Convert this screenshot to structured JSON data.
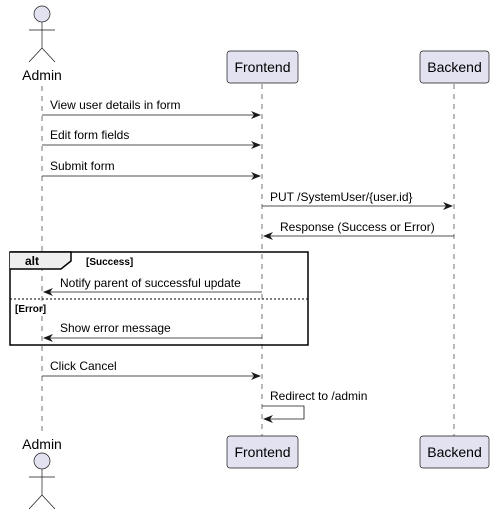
{
  "participants": {
    "admin": "Admin",
    "frontend": "Frontend",
    "backend": "Backend"
  },
  "messages": {
    "m1": "View user details in form",
    "m2": "Edit form fields",
    "m3": "Submit form",
    "m4": "PUT /SystemUser/{user.id}",
    "m5": "Response (Success or Error)",
    "m6": "Notify parent of successful update",
    "m7": "Show error message",
    "m8": "Click Cancel",
    "m9": "Redirect to /admin"
  },
  "fragment": {
    "operator": "alt",
    "guard_success": "[Success]",
    "guard_error": "[Error]"
  },
  "colors": {
    "participant_fill": "#E2E2F0",
    "participant_stroke": "#181818",
    "lifeline": "#181818",
    "arrow": "#181818"
  }
}
